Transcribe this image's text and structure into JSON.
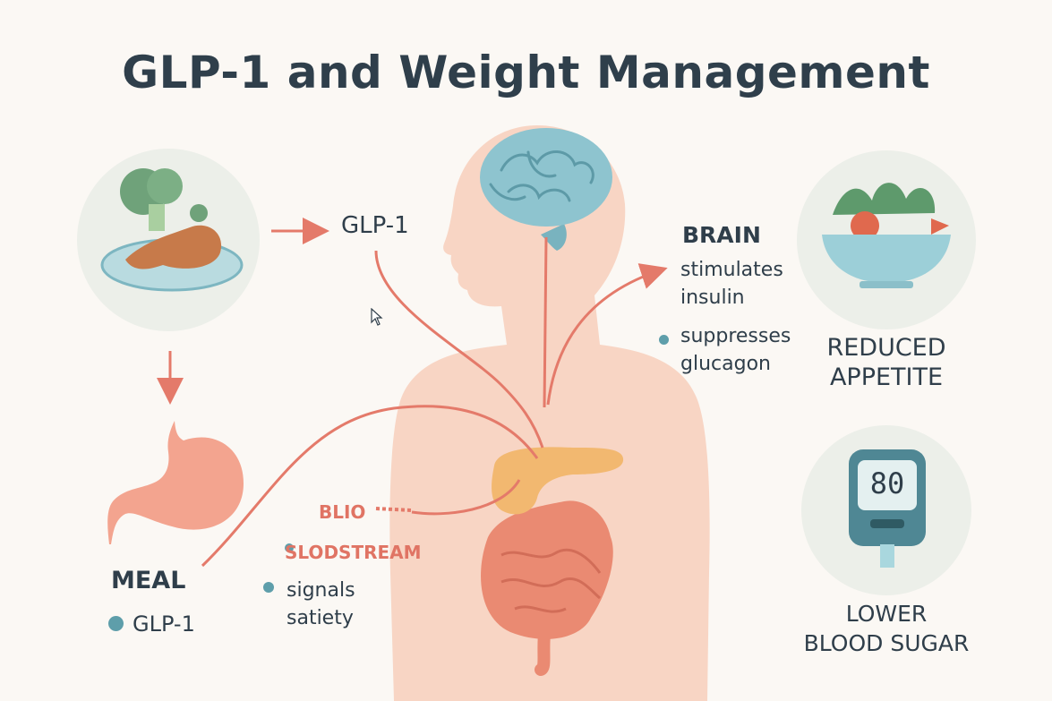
{
  "title": "GLP-1 and Weight Management",
  "labels": {
    "glp1_top": "GLP-1",
    "meal_heading": "MEAL",
    "meal_bullet": "GLP-1",
    "brain_heading": "BRAIN",
    "brain_effect_1": "stimulates\ninsulin",
    "brain_effect_2": "suppresses\nglucagon",
    "reduced_appetite": "REDUCED\nAPPETITE",
    "lower_blood_sugar": "LOWER\nBLOOD SUGAR",
    "blio": "BLIO",
    "bloodstream": "SLODSTREAM",
    "signals": "signals\nsatiety"
  },
  "glucose_meter": {
    "reading": "80"
  },
  "colors": {
    "background": "#fbf8f4",
    "arrow": "#e47a6a",
    "body": "#f8d5c4",
    "brain": "#8ec4cf",
    "stomach": "#f3a48f",
    "pancreas": "#f2b870",
    "intestine": "#ea8a72",
    "bullet_dot": "#5e9eaa"
  }
}
